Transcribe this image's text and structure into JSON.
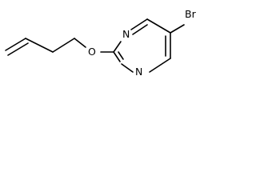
{
  "molecule": {
    "atoms": {
      "n_top": "N",
      "n_bottom": "N",
      "oxygen": "O",
      "bromine": "Br"
    }
  },
  "colors": {
    "bond": "#000000",
    "label": "#000000",
    "background": "#ffffff"
  }
}
